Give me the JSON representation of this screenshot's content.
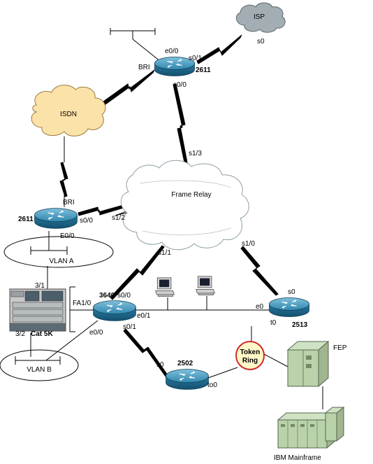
{
  "devices": {
    "router_top": "2611",
    "router_left": "2611",
    "router_core": "3640",
    "router_right": "2513",
    "router_bottom": "2502",
    "switch": "Cat 5K"
  },
  "clouds": {
    "isp": "ISP",
    "isdn": "ISDN",
    "frame_relay": "Frame Relay"
  },
  "token_ring": {
    "line1": "Token",
    "line2": "Ring"
  },
  "hosts": {
    "fep": "FEP",
    "mainframe": "IBM Mainframe"
  },
  "vlans": {
    "a": "VLAN A",
    "b": "VLAN B"
  },
  "interfaces": {
    "isp_s0": "s0",
    "top_e00": "e0/0",
    "top_s01": "s0/1",
    "top_bri": "BRI",
    "top_s00": "s0/0",
    "fr_s13": "s1/3",
    "left_bri": "BRI",
    "left_s00": "s0/0",
    "left_e00": "E0/0",
    "fr_s12": "s1/2",
    "fr_s11": "s1/1",
    "fr_s10": "s1/0",
    "core_fa10": "FA1/0",
    "core_s00": "s0/0",
    "core_e01": "e0/1",
    "core_s01": "s0/1",
    "core_e00": "e0/0",
    "sw_31": "3/1",
    "sw_32": "3/2",
    "right_s0": "s0",
    "right_e0": "e0",
    "right_t0": "t0",
    "bottom_s0": "s0",
    "bottom_to0": "to0"
  }
}
